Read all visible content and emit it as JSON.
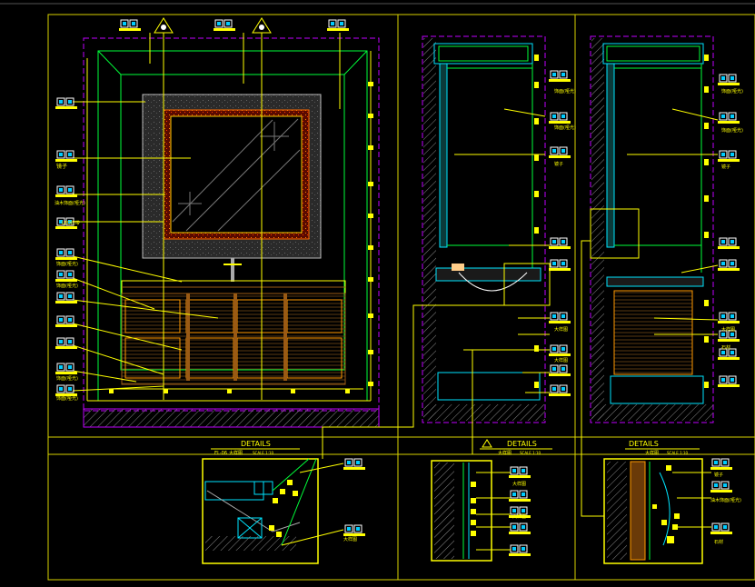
{
  "canvas": {
    "background": "#000000"
  },
  "colors": {
    "frame": "#d8d200",
    "yellow": "#ffff00",
    "white": "#ffffff",
    "green": "#00ff3a",
    "cyan": "#00e5ff",
    "magenta": "#c000ff",
    "orange": "#ff6a00",
    "red": "#ff1a00",
    "brown": "#9a5a14",
    "gray": "#8a8a8a",
    "blue": "#2a2aff"
  },
  "titles": {
    "left": {
      "heading": "DETAILS",
      "code": "EL-06",
      "name": "大样图",
      "scale": "SCALE 1:10"
    },
    "middle": {
      "heading": "DETAILS",
      "code": "",
      "name": "大样图",
      "scale": "SCALE 1:10"
    },
    "right": {
      "heading": "DETAILS",
      "code": "",
      "name": "大样图",
      "scale": "SCALE 1:10"
    }
  },
  "left_labels": {
    "mirror_glass": "镜子",
    "mirror_frame": "油木饰面(哑光)",
    "led_light": "LED灯带",
    "veneer": "饰面(哑光)"
  },
  "side_labels": {
    "mirror": "镜子",
    "finish": "饰面(哑光)",
    "detail": "大样图",
    "stone": "石材"
  },
  "detail_labels": {
    "detail": "大样图",
    "mirror": "镜子",
    "frame_finish": "油木饰面(哑光)",
    "stone": "石材"
  }
}
